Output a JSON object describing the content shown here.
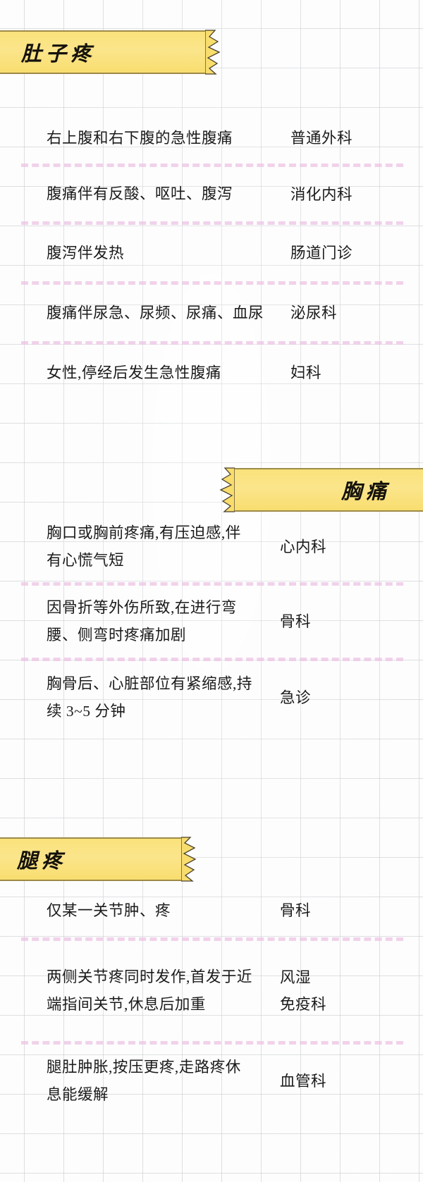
{
  "page": {
    "background_color": "#fdfdfd",
    "grid_line_color": "#c4c6cc",
    "banner_color": "#fae279",
    "banner_border_color": "#8d7a3f",
    "separator_color": "#eec4e4",
    "text_color": "#1b1b1b"
  },
  "sections": [
    {
      "id": "stomach",
      "banner_label": "肚子疼",
      "banner_align": "left",
      "rows": [
        {
          "symptom": "右上腹和右下腹的急性腹痛",
          "department_lines": [
            "普通外科"
          ]
        },
        {
          "symptom": "腹痛伴有反酸、呕吐、腹泻",
          "department_lines": [
            "消化内科"
          ]
        },
        {
          "symptom": "腹泻伴发热",
          "department_lines": [
            "肠道门诊"
          ]
        },
        {
          "symptom": "腹痛伴尿急、尿频、尿痛、血尿",
          "department_lines": [
            "泌尿科"
          ]
        },
        {
          "symptom": "女性,停经后发生急性腹痛",
          "department_lines": [
            "妇科"
          ]
        }
      ]
    },
    {
      "id": "chest",
      "banner_label": "胸痛",
      "banner_align": "right",
      "rows": [
        {
          "symptom": "胸口或胸前疼痛,有压迫感,伴有心慌气短",
          "department_lines": [
            "心内科"
          ]
        },
        {
          "symptom": "因骨折等外伤所致,在进行弯腰、侧弯时疼痛加剧",
          "department_lines": [
            "骨科"
          ]
        },
        {
          "symptom": "胸骨后、心脏部位有紧缩感,持续 3~5 分钟",
          "department_lines": [
            "急诊"
          ]
        }
      ]
    },
    {
      "id": "leg",
      "banner_label": "腿疼",
      "banner_align": "left",
      "rows": [
        {
          "symptom": "仅某一关节肿、疼",
          "department_lines": [
            "骨科"
          ]
        },
        {
          "symptom": "两侧关节疼同时发作,首发于近端指间关节,休息后加重",
          "department_lines": [
            "风湿",
            "免疫科"
          ]
        },
        {
          "symptom": "腿肚肿胀,按压更疼,走路疼休息能缓解",
          "department_lines": [
            "血管科"
          ]
        }
      ]
    }
  ]
}
